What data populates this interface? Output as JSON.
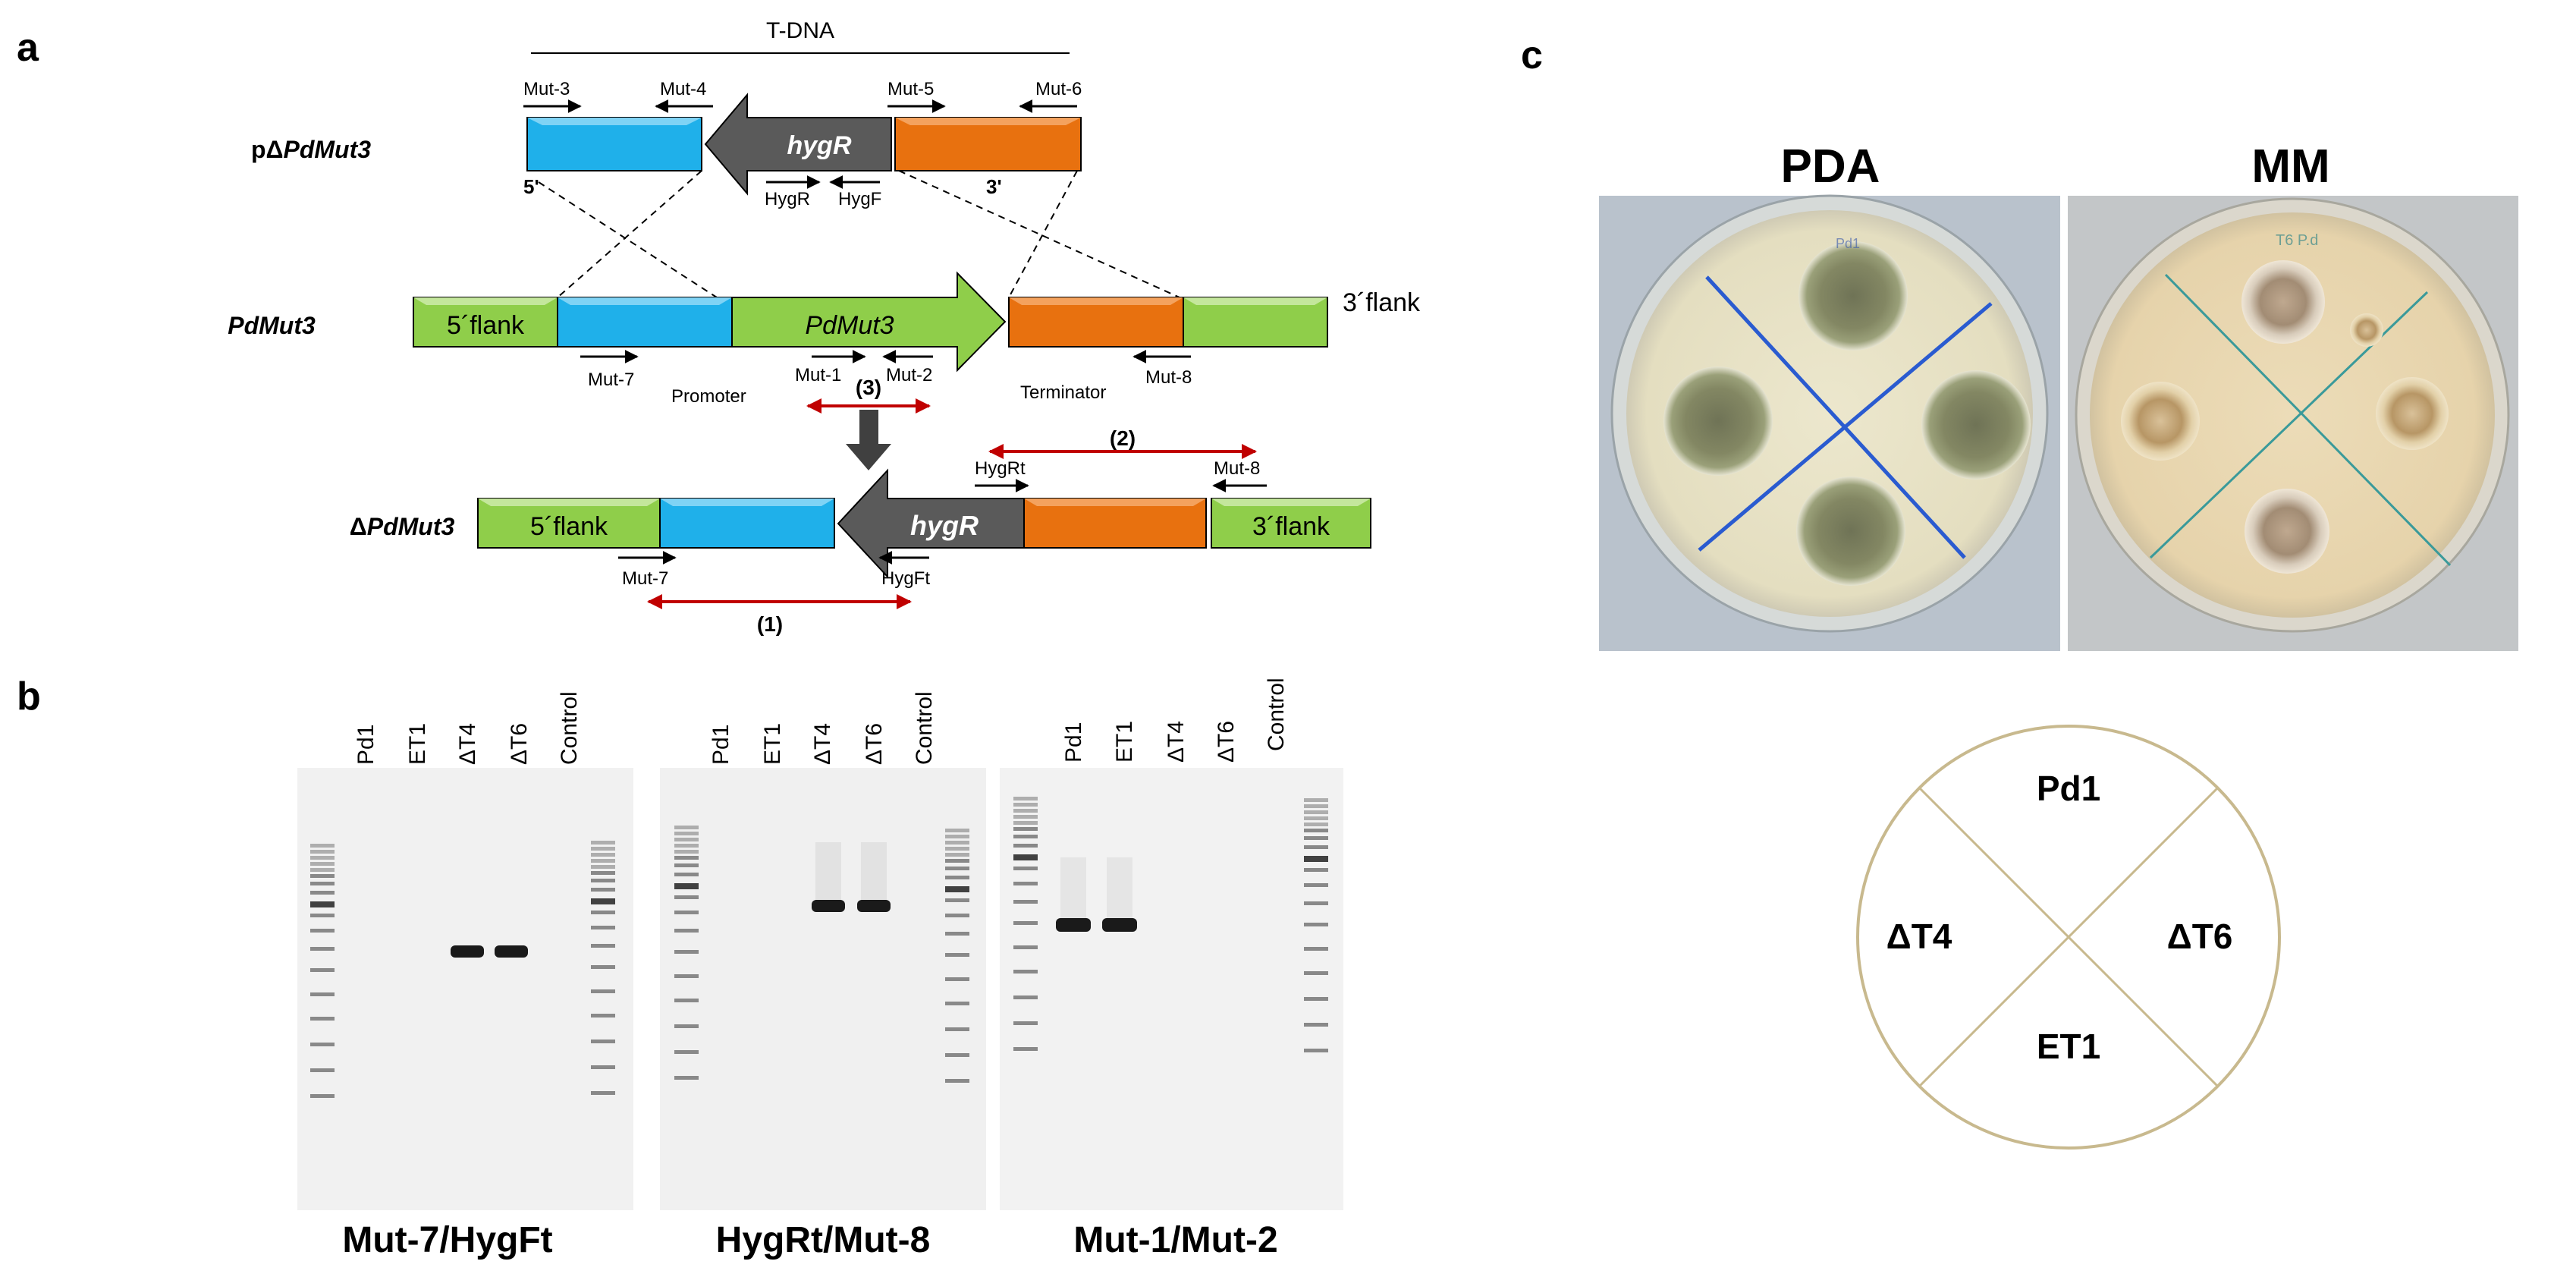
{
  "panels": {
    "a": {
      "letter": "a",
      "tdna_label": "T-DNA",
      "plasmid": {
        "label_prefix": "pΔ",
        "label_gene": "PdMut3",
        "primers": {
          "mut3": "Mut-3",
          "mut4": "Mut-4",
          "mut5": "Mut-5",
          "mut6": "Mut-6",
          "hygR": "HygR",
          "hygF": "HygF"
        },
        "end5": "5'",
        "end3": "3'",
        "marker": "hygR"
      },
      "wildtype": {
        "label": "PdMut3",
        "flank5": "5´flank",
        "gene": "PdMut3",
        "flank3": "3´flank",
        "promoter": "Promoter",
        "terminator": "Terminator",
        "primers": {
          "mut7": "Mut-7",
          "mut1": "Mut-1",
          "mut2": "Mut-2",
          "mut8": "Mut-8"
        },
        "amplicon3": "(3)"
      },
      "mutant": {
        "label_prefix": "Δ",
        "label_gene": "PdMut3",
        "flank5": "5´flank",
        "marker": "hygR",
        "flank3": "3´flank",
        "primers": {
          "hygRt": "HygRt",
          "mut8": "Mut-8",
          "mut7": "Mut-7",
          "hygFt": "HygFt"
        },
        "amplicon1": "(1)",
        "amplicon2": "(2)"
      }
    },
    "b": {
      "letter": "b",
      "gels": [
        {
          "lanes": [
            "Pd1",
            "ET1",
            "ΔT4",
            "ΔT6",
            "Control"
          ],
          "caption": "Mut-7/HygFt",
          "bands_in_lanes": [
            "ΔT4",
            "ΔT6"
          ]
        },
        {
          "lanes": [
            "Pd1",
            "ET1",
            "ΔT4",
            "ΔT6",
            "Control"
          ],
          "caption": "HygRt/Mut-8",
          "bands_in_lanes": [
            "ΔT4",
            "ΔT6"
          ]
        },
        {
          "lanes": [
            "Pd1",
            "ET1",
            "ΔT4",
            "ΔT6",
            "Control"
          ],
          "caption": "Mut-1/Mut-2",
          "bands_in_lanes": [
            "Pd1",
            "ET1"
          ]
        }
      ]
    },
    "c": {
      "letter": "c",
      "plates": [
        {
          "label": "PDA",
          "dish_mark": "Pd1"
        },
        {
          "label": "MM",
          "dish_mark": "T6 P.d"
        }
      ],
      "legend": {
        "top": "Pd1",
        "left": "ΔT4",
        "right": "ΔT6",
        "bottom": "ET1"
      }
    }
  },
  "colors": {
    "flank_green": "#8fce4a",
    "promoter_blue": "#1fb0ea",
    "terminator_orange": "#e8710f",
    "marker_gray": "#5a5a5a",
    "amplicon_red": "#c00000",
    "gel_bg": "#f2f2f2",
    "band": "#1a1a1a",
    "pda_agar": "#e9e3c6",
    "mm_agar": "#e8d8b4",
    "legend_circle": "#c8b98e"
  }
}
